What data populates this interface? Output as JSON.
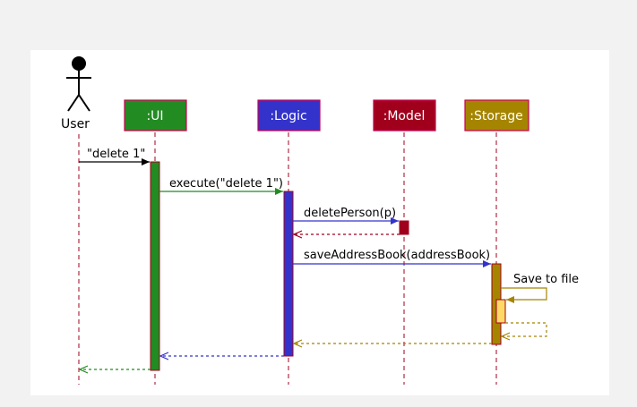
{
  "actor": {
    "label": "User"
  },
  "participants": [
    {
      "id": "ui",
      "label": ":UI",
      "fill": "#228b22",
      "text": "#ffffff"
    },
    {
      "id": "logic",
      "label": ":Logic",
      "fill": "#3333cc",
      "text": "#ffffff"
    },
    {
      "id": "model",
      "label": ":Model",
      "fill": "#a0001c",
      "text": "#ffffff"
    },
    {
      "id": "storage",
      "label": ":Storage",
      "fill": "#a58500",
      "text": "#ffffff"
    }
  ],
  "messages": [
    {
      "id": "delete-1",
      "label": "\"delete 1\"",
      "color": "#000000"
    },
    {
      "id": "execute",
      "label": "execute(\"delete 1\")",
      "color": "#228b22"
    },
    {
      "id": "delete-person",
      "label": "deletePerson(p)",
      "color": "#3333cc"
    },
    {
      "id": "save-address-book",
      "label": "saveAddressBook(addressBook)",
      "color": "#3333cc"
    },
    {
      "id": "save-to-file",
      "label": "Save to file",
      "color": "#a58500"
    }
  ],
  "colors": {
    "lifeline": "#a0001c",
    "participant_border": "#c80050",
    "activation_border": "#a0001c",
    "inner_activation": "#ffd966"
  }
}
